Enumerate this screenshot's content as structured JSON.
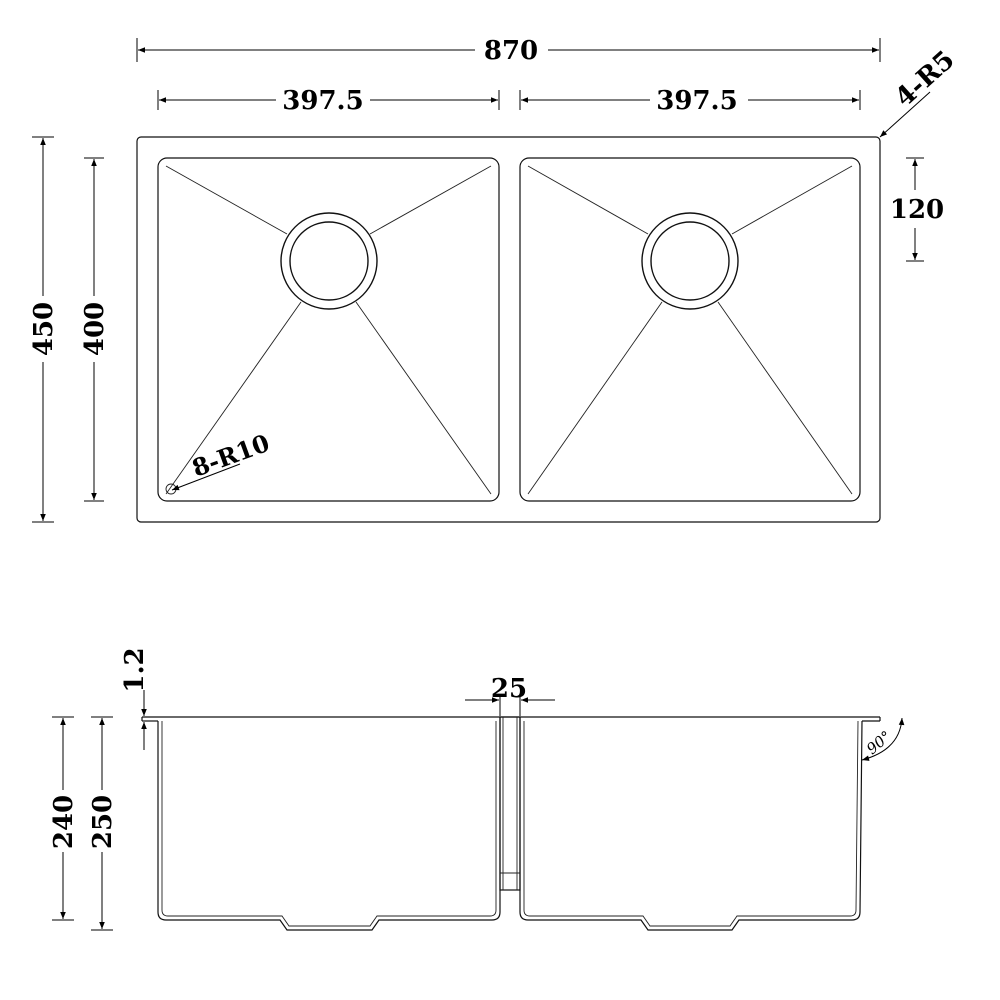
{
  "plan_view": {
    "overall_width": "870",
    "left_bowl_width": "397.5",
    "right_bowl_width": "397.5",
    "corner_radius_outer": "4-R5",
    "drain_offset": "120",
    "overall_depth": "450",
    "bowl_depth": "400",
    "corner_radius_inner": "8-R10"
  },
  "section_view": {
    "thickness": "1.2",
    "divider_width": "25",
    "angle": "90°",
    "inner_height": "240",
    "outer_height": "250"
  }
}
